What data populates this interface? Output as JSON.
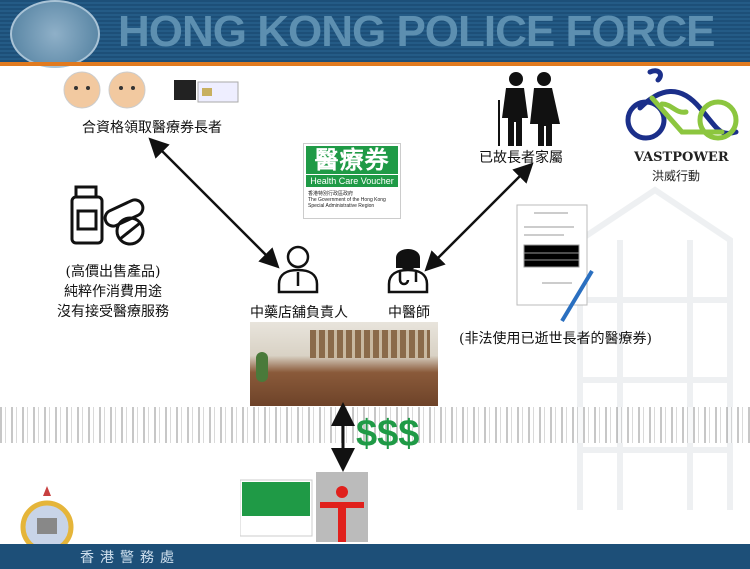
{
  "header": {
    "title": "HONG KONG POLICE FORCE"
  },
  "footer": {
    "text": "香港警務處"
  },
  "labels": {
    "eligible_elders": "合資格領取醫療券長者",
    "deceased_family": "已故長者家屬",
    "product_line1": "(高價出售產品)",
    "product_line2": "純粹作消費用途",
    "product_line3": "沒有接受醫療服務",
    "shop_owner": "中藥店舖負責人",
    "chinese_doctor": "中醫師",
    "illegal_use": "(非法使用已逝世長者的醫療券)",
    "money": "$$$"
  },
  "voucher_logo": {
    "zh": "醫療券",
    "en": "Health Care Voucher",
    "gov_zh": "香港特別行政區政府",
    "gov_en": "The Government of the Hong Kong Special Administrative Region"
  },
  "operation": {
    "name": "VASTPOWER",
    "name_zh": "洪威行動"
  },
  "colors": {
    "header": "#1d4f78",
    "accent": "#e07a1f",
    "voucher_green": "#1f9a46",
    "bike_blue": "#1b2f8a",
    "bike_green": "#8cc63f"
  }
}
